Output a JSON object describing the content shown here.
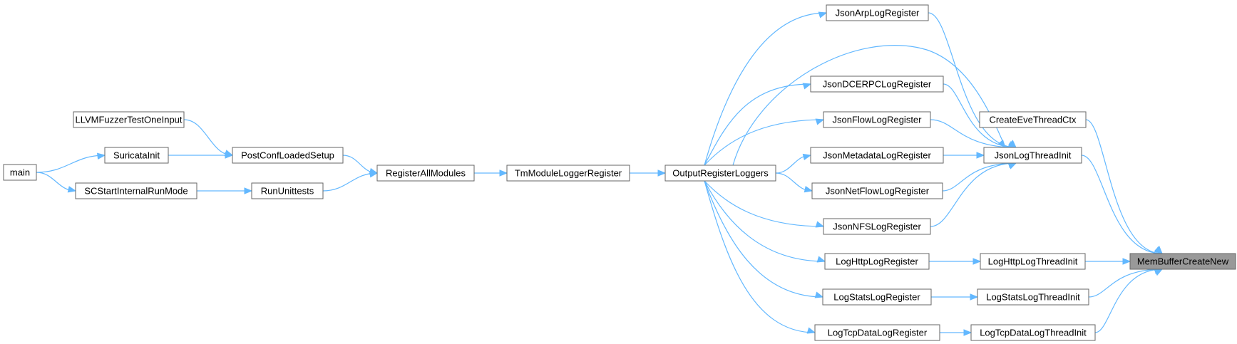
{
  "graph": {
    "nodes": [
      {
        "id": "main",
        "label": "main"
      },
      {
        "id": "llvm",
        "label": "LLVMFuzzerTestOneInput"
      },
      {
        "id": "suricatainit",
        "label": "SuricataInit"
      },
      {
        "id": "scstart",
        "label": "SCStartInternalRunMode"
      },
      {
        "id": "postconf",
        "label": "PostConfLoadedSetup"
      },
      {
        "id": "rununittests",
        "label": "RunUnittests"
      },
      {
        "id": "registerall",
        "label": "RegisterAllModules"
      },
      {
        "id": "tmmodule",
        "label": "TmModuleLoggerRegister"
      },
      {
        "id": "outputreg",
        "label": "OutputRegisterLoggers"
      },
      {
        "id": "jsonarp",
        "label": "JsonArpLogRegister"
      },
      {
        "id": "jsondcerpc",
        "label": "JsonDCERPCLogRegister"
      },
      {
        "id": "jsonflow",
        "label": "JsonFlowLogRegister"
      },
      {
        "id": "jsonmeta",
        "label": "JsonMetadataLogRegister"
      },
      {
        "id": "jsonnetflow",
        "label": "JsonNetFlowLogRegister"
      },
      {
        "id": "jsonnfs",
        "label": "JsonNFSLogRegister"
      },
      {
        "id": "loghttpreg",
        "label": "LogHttpLogRegister"
      },
      {
        "id": "logstatsreg",
        "label": "LogStatsLogRegister"
      },
      {
        "id": "logtcpreg",
        "label": "LogTcpDataLogRegister"
      },
      {
        "id": "createeve",
        "label": "CreateEveThreadCtx"
      },
      {
        "id": "jsonlogthread",
        "label": "JsonLogThreadInit"
      },
      {
        "id": "loghttpthread",
        "label": "LogHttpLogThreadInit"
      },
      {
        "id": "logstatsthread",
        "label": "LogStatsLogThreadInit"
      },
      {
        "id": "logtcpthread",
        "label": "LogTcpDataLogThreadInit"
      },
      {
        "id": "membuffer",
        "label": "MemBufferCreateNew",
        "highlight": true
      }
    ],
    "edges": [
      {
        "from": "main",
        "to": "suricatainit"
      },
      {
        "from": "main",
        "to": "scstart"
      },
      {
        "from": "llvm",
        "to": "postconf"
      },
      {
        "from": "suricatainit",
        "to": "postconf"
      },
      {
        "from": "scstart",
        "to": "rununittests"
      },
      {
        "from": "postconf",
        "to": "registerall"
      },
      {
        "from": "rununittests",
        "to": "registerall"
      },
      {
        "from": "registerall",
        "to": "tmmodule"
      },
      {
        "from": "tmmodule",
        "to": "outputreg"
      },
      {
        "from": "outputreg",
        "to": "jsonarp"
      },
      {
        "from": "outputreg",
        "to": "jsonlogthread"
      },
      {
        "from": "outputreg",
        "to": "jsondcerpc"
      },
      {
        "from": "outputreg",
        "to": "jsonflow"
      },
      {
        "from": "outputreg",
        "to": "jsonmeta"
      },
      {
        "from": "outputreg",
        "to": "jsonnetflow"
      },
      {
        "from": "outputreg",
        "to": "jsonnfs"
      },
      {
        "from": "outputreg",
        "to": "loghttpreg"
      },
      {
        "from": "outputreg",
        "to": "logstatsreg"
      },
      {
        "from": "outputreg",
        "to": "logtcpreg"
      },
      {
        "from": "jsonarp",
        "to": "jsonlogthread"
      },
      {
        "from": "jsondcerpc",
        "to": "jsonlogthread"
      },
      {
        "from": "jsonflow",
        "to": "jsonlogthread"
      },
      {
        "from": "jsonmeta",
        "to": "jsonlogthread"
      },
      {
        "from": "jsonnetflow",
        "to": "jsonlogthread"
      },
      {
        "from": "jsonnfs",
        "to": "jsonlogthread"
      },
      {
        "from": "loghttpreg",
        "to": "loghttpthread"
      },
      {
        "from": "logstatsreg",
        "to": "logstatsthread"
      },
      {
        "from": "logtcpreg",
        "to": "logtcpthread"
      },
      {
        "from": "createeve",
        "to": "membuffer"
      },
      {
        "from": "jsonlogthread",
        "to": "membuffer"
      },
      {
        "from": "loghttpthread",
        "to": "membuffer"
      },
      {
        "from": "logstatsthread",
        "to": "membuffer"
      },
      {
        "from": "logtcpthread",
        "to": "membuffer"
      }
    ],
    "colors": {
      "edge": "#63b8ff",
      "node_border": "#666666",
      "highlight_fill": "#999999"
    }
  }
}
